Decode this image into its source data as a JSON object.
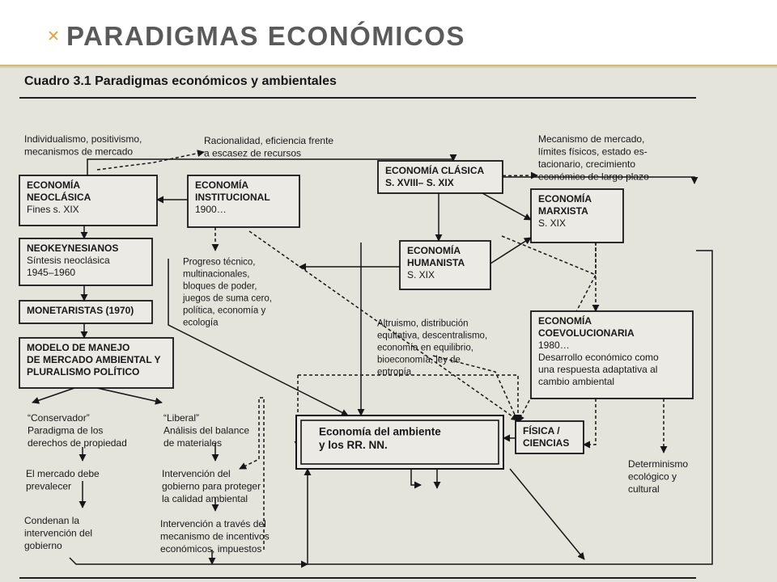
{
  "slide": {
    "title": "PARADIGMAS ECONÓMICOS",
    "title_color": "#5a5a5a",
    "marker_color": "#e6a23c"
  },
  "figure": {
    "caption": "Cuadro 3.1 Paradigmas económicos y ambientales",
    "boxes": [
      {
        "id": "neoclasica",
        "lines": [
          "ECONOMÍA",
          "NEOCLÁSICA",
          "Fines s. XIX"
        ]
      },
      {
        "id": "institucional",
        "lines": [
          "ECONOMÍA",
          "INSTITUCIONAL",
          "1900…"
        ]
      },
      {
        "id": "clasica",
        "lines": [
          "ECONOMÍA CLÁSICA",
          "S. XVIII– S. XIX"
        ]
      },
      {
        "id": "marxista",
        "lines": [
          "ECONOMÍA",
          "MARXISTA",
          "S. XIX"
        ]
      },
      {
        "id": "humanista",
        "lines": [
          "ECONOMÍA",
          "HUMANISTA",
          "S. XIX"
        ]
      },
      {
        "id": "neokeynesianos",
        "lines": [
          "NEOKEYNESIANOS",
          "Síntesis neoclásica",
          "1945–1960"
        ]
      },
      {
        "id": "monetaristas",
        "lines": [
          "MONETARISTAS (1970)"
        ]
      },
      {
        "id": "modelo",
        "lines": [
          "MODELO DE MANEJO",
          "DE MERCADO AMBIENTAL Y",
          "PLURALISMO POLÍTICO"
        ]
      },
      {
        "id": "coevolucionaria",
        "lines": [
          "ECONOMÍA",
          "COEVOLUCIONARIA",
          "1980…",
          "Desarrollo económico como",
          "una respuesta adaptativa al",
          "cambio ambiental"
        ]
      },
      {
        "id": "fisica",
        "lines": [
          "FÍSICA /",
          "CIENCIAS"
        ]
      },
      {
        "id": "ambiente",
        "lines": [
          "Economía del ambiente",
          "y los RR. NN."
        ]
      }
    ],
    "notes": [
      {
        "id": "individualismo",
        "lines": [
          "Individualismo, positivismo,",
          "mecanismos de mercado"
        ]
      },
      {
        "id": "racionalidad",
        "lines": [
          "Racionalidad, eficiencia frente",
          "a escasez de recursos"
        ]
      },
      {
        "id": "mecanismo",
        "lines": [
          "Mecanismo de mercado,",
          "límites físicos, estado es-",
          "tacionario, crecimiento",
          "económico de largo plazo"
        ]
      },
      {
        "id": "progreso",
        "lines": [
          "Progreso técnico,",
          "multinacionales,",
          "bloques de poder,",
          "juegos de suma cero,",
          "política, economía y",
          "ecología"
        ]
      },
      {
        "id": "altruismo",
        "lines": [
          "Altruismo, distribución",
          "equitativa, descentralismo,",
          "economía en equilibrio,",
          "bioeconomía, ley de",
          "entropía"
        ]
      },
      {
        "id": "conservador",
        "lines": [
          "“Conservador”",
          "Paradigma de los",
          "derechos de propiedad"
        ]
      },
      {
        "id": "liberal",
        "lines": [
          "“Liberal”",
          "Análisis del balance",
          "de materiales"
        ]
      },
      {
        "id": "mercado",
        "lines": [
          "El mercado debe",
          "prevalecer"
        ]
      },
      {
        "id": "condenan",
        "lines": [
          "Condenan la",
          "intervención del",
          "gobierno"
        ]
      },
      {
        "id": "intervencion1",
        "lines": [
          "Intervención del",
          "gobierno para proteger",
          "la calidad ambiental"
        ]
      },
      {
        "id": "intervencion2",
        "lines": [
          "Intervención a través del",
          "mecanismo de incentivos",
          "económicos, impuestos"
        ]
      },
      {
        "id": "determinismo",
        "lines": [
          "Determinismo",
          "ecológico y",
          "cultural"
        ]
      }
    ]
  }
}
